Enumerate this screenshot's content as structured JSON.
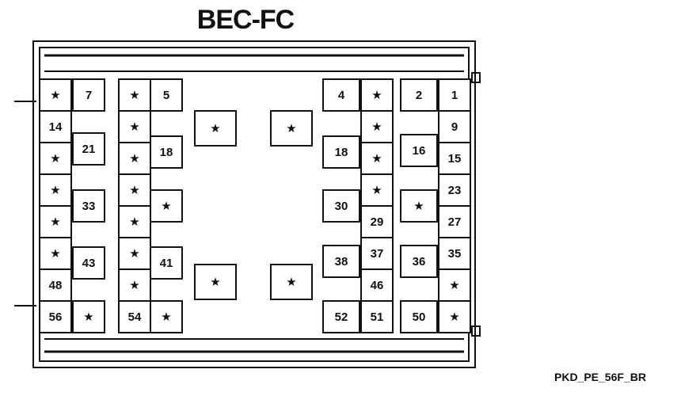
{
  "title": "BEC-FC",
  "reference": "PKD_PE_56F_BR",
  "star_symbol": "★",
  "cells": [
    {
      "label": "★"
    },
    {
      "label": "7"
    },
    {
      "label": "14"
    },
    {
      "label": "★"
    },
    {
      "label": "21"
    },
    {
      "label": "★"
    },
    {
      "label": "★"
    },
    {
      "label": "33"
    },
    {
      "label": "★"
    },
    {
      "label": "43"
    },
    {
      "label": "48"
    },
    {
      "label": "56"
    },
    {
      "label": "★"
    },
    {
      "label": "★"
    },
    {
      "label": "5"
    },
    {
      "label": "★"
    },
    {
      "label": "★"
    },
    {
      "label": "18"
    },
    {
      "label": "★"
    },
    {
      "label": "★"
    },
    {
      "label": "★"
    },
    {
      "label": "★"
    },
    {
      "label": "41"
    },
    {
      "label": "★"
    },
    {
      "label": "54"
    },
    {
      "label": "★"
    },
    {
      "label": "★"
    },
    {
      "label": "★"
    },
    {
      "label": "★"
    },
    {
      "label": "★"
    },
    {
      "label": "4"
    },
    {
      "label": "★"
    },
    {
      "label": "★"
    },
    {
      "label": "18"
    },
    {
      "label": "★"
    },
    {
      "label": "★"
    },
    {
      "label": "30"
    },
    {
      "label": "29"
    },
    {
      "label": "38"
    },
    {
      "label": "37"
    },
    {
      "label": "46"
    },
    {
      "label": "52"
    },
    {
      "label": "51"
    },
    {
      "label": "2"
    },
    {
      "label": "1"
    },
    {
      "label": "9"
    },
    {
      "label": "16"
    },
    {
      "label": "15"
    },
    {
      "label": "★"
    },
    {
      "label": "23"
    },
    {
      "label": "27"
    },
    {
      "label": "36"
    },
    {
      "label": "35"
    },
    {
      "label": "★"
    },
    {
      "label": "50"
    },
    {
      "label": "★"
    }
  ]
}
